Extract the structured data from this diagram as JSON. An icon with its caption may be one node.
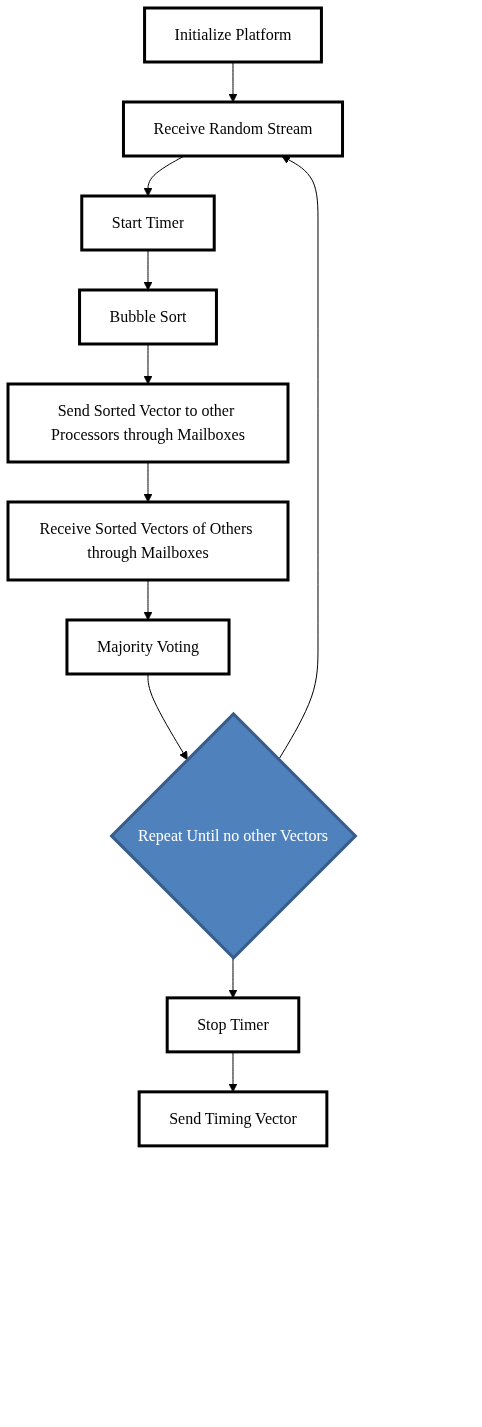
{
  "diagram": {
    "nodes": [
      {
        "text": [
          "Initialize Platform"
        ]
      },
      {
        "text": [
          "Receive Random Stream"
        ]
      },
      {
        "text": [
          "Start Timer"
        ]
      },
      {
        "text": [
          "Bubble Sort"
        ]
      },
      {
        "text": [
          "Send Sorted Vector to other Processors through Mailboxes"
        ]
      },
      {
        "text": [
          "Receive Sorted Vectors of Others through Mailboxes"
        ]
      },
      {
        "text": [
          "Majority Voting"
        ]
      },
      {
        "text": [
          "Repeat Until no other Vectors"
        ]
      },
      {
        "text": [
          "Stop Timer"
        ]
      },
      {
        "text": [
          "Send Timing Vector"
        ]
      }
    ],
    "edges": [
      {
        "from": 0,
        "to": 1,
        "arrow": "to"
      },
      {
        "from": 1,
        "to": 2,
        "arrow": "to"
      },
      {
        "from": 2,
        "to": 3,
        "arrow": "to"
      },
      {
        "from": 3,
        "to": 4,
        "arrow": "to"
      },
      {
        "from": 4,
        "to": 5,
        "arrow": "to"
      },
      {
        "from": 5,
        "to": 6,
        "arrow": "to"
      },
      {
        "from": 6,
        "to": 7,
        "arrow": "to"
      },
      {
        "from": 7,
        "to": 1,
        "arrow": "to"
      },
      {
        "from": 7,
        "to": 8,
        "arrow": "to"
      },
      {
        "from": 8,
        "to": 9,
        "arrow": "to"
      }
    ]
  }
}
